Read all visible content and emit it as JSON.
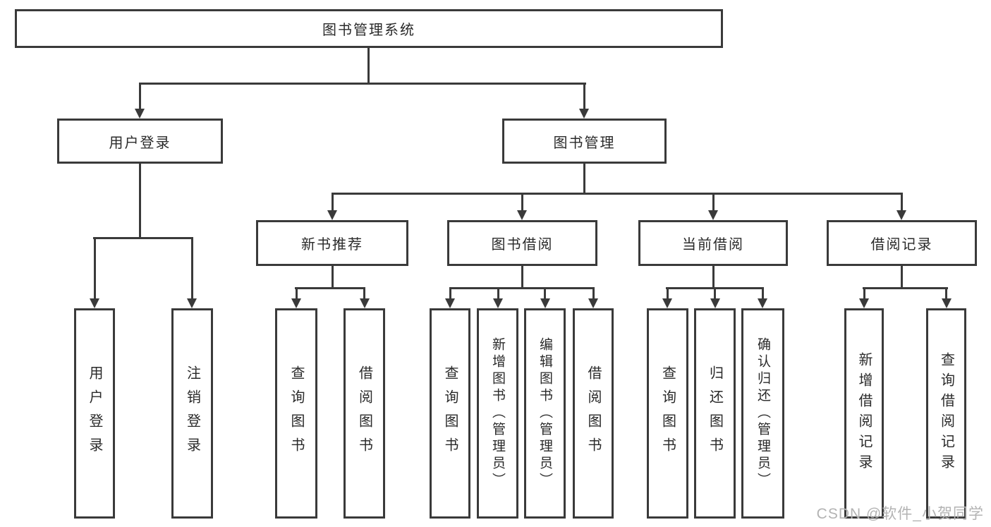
{
  "tree": {
    "root": {
      "label": "图书管理系统"
    },
    "level2": [
      {
        "label": "用户登录"
      },
      {
        "label": "图书管理"
      }
    ],
    "level3": [
      {
        "label": "新书推荐"
      },
      {
        "label": "图书借阅"
      },
      {
        "label": "当前借阅"
      },
      {
        "label": "借阅记录"
      }
    ],
    "leaves": {
      "user_login": [
        {
          "label": "用户登录"
        },
        {
          "label": "注销登录"
        }
      ],
      "new_book": [
        {
          "label": "查询图书"
        },
        {
          "label": "借阅图书"
        }
      ],
      "book_borrow": [
        {
          "label": "查询图书"
        },
        {
          "label": "新增图书（管理员）"
        },
        {
          "label": "编辑图书（管理员）"
        },
        {
          "label": "借阅图书"
        }
      ],
      "current_borrow": [
        {
          "label": "查询图书"
        },
        {
          "label": "归还图书"
        },
        {
          "label": "确认归还（管理员）"
        }
      ],
      "borrow_records": [
        {
          "label": "新增借阅记录"
        },
        {
          "label": "查询借阅记录"
        }
      ]
    }
  },
  "watermark": "CSDN @软件_小贺同学",
  "colors": {
    "line": "#3a3a3a",
    "text": "#2a2a2a",
    "watermark": "#b3b3b3",
    "background": "#ffffff"
  }
}
